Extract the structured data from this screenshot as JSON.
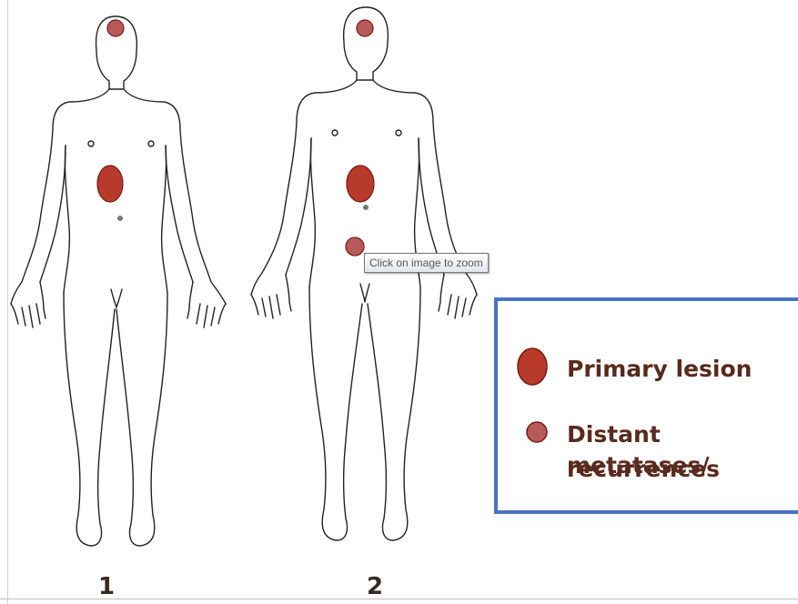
{
  "figures": [
    {
      "label": "1"
    },
    {
      "label": "2"
    }
  ],
  "legend": {
    "primary_label": "Primary lesion",
    "distant_label_line1": "Distant metatases/",
    "distant_label_line2": "recurrences"
  },
  "tooltip": {
    "text": "Click on image to zoom"
  },
  "colors": {
    "lesion_fill": "#b83a2a",
    "lesion_stroke": "#7a1a12",
    "metastasis_fill": "#b85a5a",
    "legend_border": "#4a72c0",
    "legend_text": "#5a2a1c"
  }
}
